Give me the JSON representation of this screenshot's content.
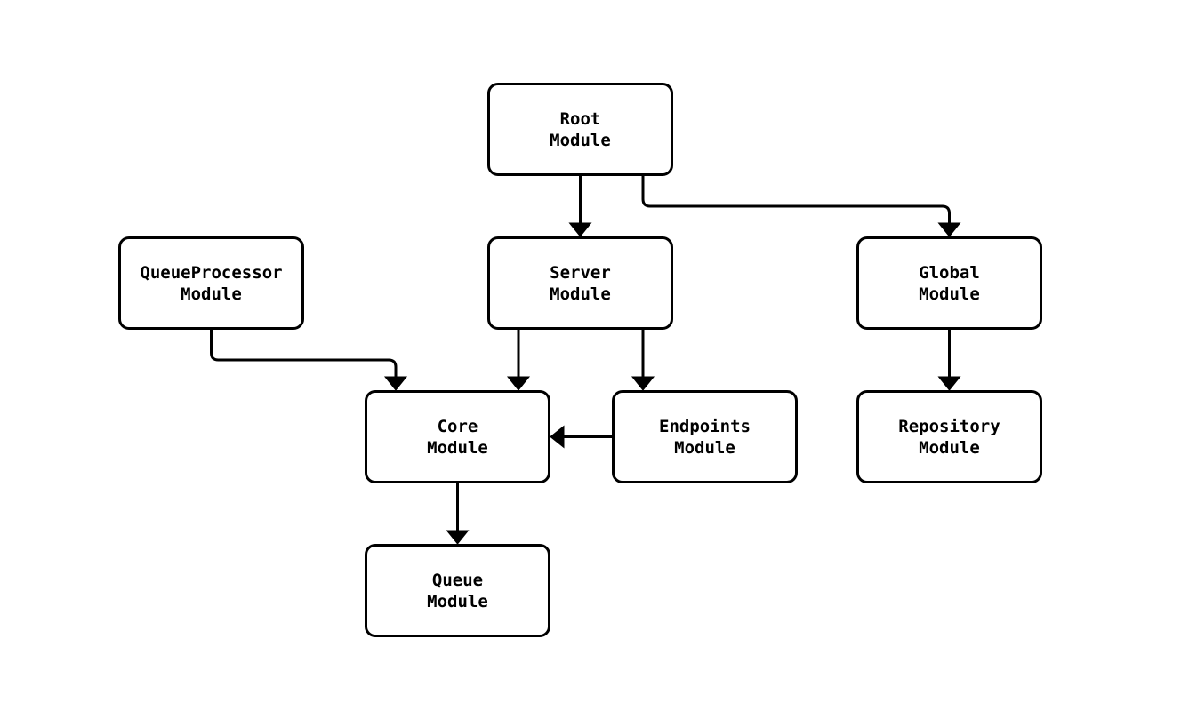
{
  "diagram": {
    "type": "module-dependency-flowchart",
    "background_color": "#ffffff",
    "node_fill_color": "#ffffff",
    "node_border_color": "#000000",
    "text_color": "#000000",
    "edge_color": "#000000",
    "nodes": [
      {
        "id": "root",
        "label": "Root\nModule"
      },
      {
        "id": "queueprocessor",
        "label": "QueueProcessor\nModule"
      },
      {
        "id": "server",
        "label": "Server\nModule"
      },
      {
        "id": "global",
        "label": "Global\nModule"
      },
      {
        "id": "core",
        "label": "Core\nModule"
      },
      {
        "id": "endpoints",
        "label": "Endpoints\nModule"
      },
      {
        "id": "repository",
        "label": "Repository\nModule"
      },
      {
        "id": "queue",
        "label": "Queue\nModule"
      }
    ],
    "edges": [
      {
        "from": "root",
        "to": "server"
      },
      {
        "from": "root",
        "to": "global"
      },
      {
        "from": "queueprocessor",
        "to": "core"
      },
      {
        "from": "server",
        "to": "core"
      },
      {
        "from": "server",
        "to": "endpoints"
      },
      {
        "from": "endpoints",
        "to": "core"
      },
      {
        "from": "global",
        "to": "repository"
      },
      {
        "from": "core",
        "to": "queue"
      }
    ]
  }
}
